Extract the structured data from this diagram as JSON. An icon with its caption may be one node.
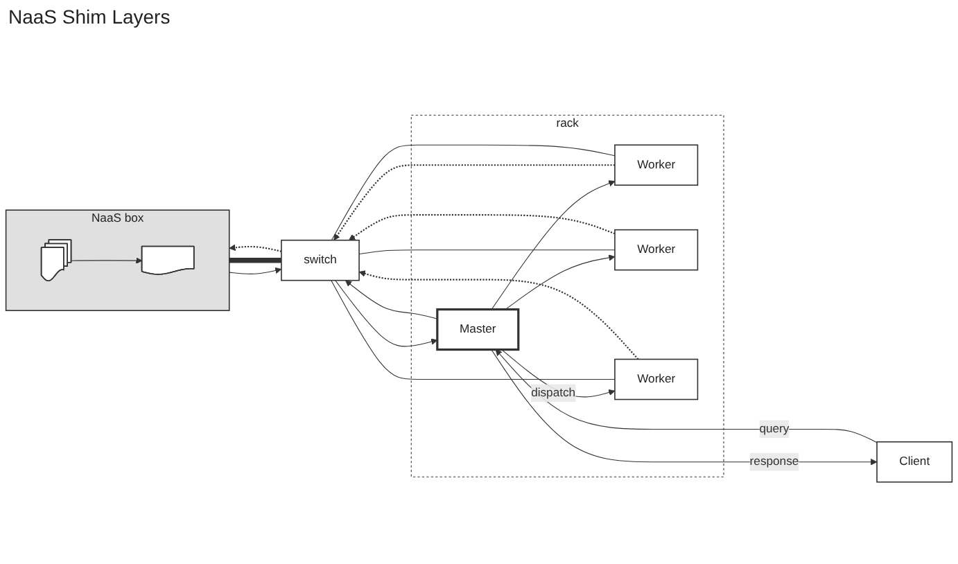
{
  "diagram": {
    "nodes": [
      {
        "text": [
          "NaaS box"
        ]
      },
      {
        "text": [],
        "shape": "document",
        "in": 0
      },
      {
        "text": [],
        "shape": "documents",
        "in": 0
      },
      {
        "text": [
          "switch"
        ]
      },
      {
        "text": [
          "rack"
        ]
      },
      {
        "text": [
          "Master"
        ],
        "in": 4
      },
      {
        "text": [
          "Worker"
        ],
        "in": 4
      },
      {
        "text": [
          "Worker"
        ],
        "in": 4
      },
      {
        "text": [
          "Worker"
        ],
        "in": 4
      },
      {
        "text": [
          "Client"
        ]
      }
    ],
    "edges": [
      {
        "from": 0,
        "to": 3,
        "arrow": "to"
      },
      {
        "from": 0,
        "to": 3,
        "arrow": "none",
        "style": "thick"
      },
      {
        "from": 3,
        "to": 0,
        "arrow": "to",
        "style": "dashed"
      },
      {
        "from": 2,
        "to": 1,
        "arrow": "to"
      },
      {
        "from": 3,
        "to": 5,
        "arrow": "to"
      },
      {
        "from": 5,
        "to": 3,
        "arrow": "to"
      },
      {
        "from": 6,
        "to": 3,
        "arrow": "to",
        "style": "dashed"
      },
      {
        "from": 6,
        "to": 3,
        "arrow": "none"
      },
      {
        "from": 7,
        "to": 3,
        "arrow": "none"
      },
      {
        "from": 7,
        "to": 3,
        "arrow": "to",
        "style": "dashed"
      },
      {
        "from": 8,
        "to": 3,
        "arrow": "none"
      },
      {
        "from": 8,
        "to": 3,
        "arrow": "to",
        "style": "dashed"
      },
      {
        "from": 5,
        "to": 9,
        "label": "response",
        "arrow": "to"
      },
      {
        "from": 9,
        "to": 5,
        "label": "query",
        "arrow": "to"
      },
      {
        "from": 5,
        "to": 6,
        "arrow": "to"
      },
      {
        "from": 5,
        "to": 7,
        "arrow": "to"
      },
      {
        "from": 5,
        "to": 8,
        "label": "dispatch",
        "arrow": "to"
      }
    ],
    "labels": [
      "NaaS Shim Layers"
    ]
  }
}
